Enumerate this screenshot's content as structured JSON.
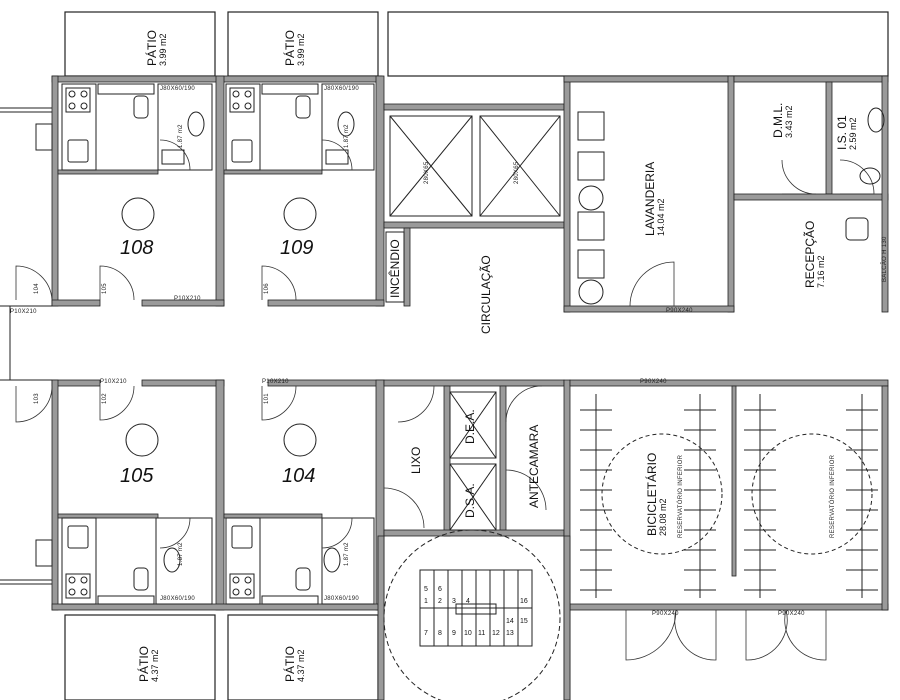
{
  "units": [
    "108",
    "109",
    "105",
    "104"
  ],
  "rooms": {
    "patio_a": {
      "name": "PÁTIO",
      "area": "3.99 m2"
    },
    "patio_b": {
      "name": "PÁTIO",
      "area": "3.99 m2"
    },
    "patio_c": {
      "name": "PÁTIO",
      "area": "4.37 m2"
    },
    "patio_d": {
      "name": "PÁTIO",
      "area": "4.37 m2"
    },
    "lavanderia": {
      "name": "LAVANDERIA",
      "area": "14.04 m2"
    },
    "dml": {
      "name": "D.M.L.",
      "area": "3.43 m2"
    },
    "is01": {
      "name": "I.S. 01",
      "area": "2.59 m2"
    },
    "recepcao": {
      "name": "RECEPÇÃO",
      "area": "7.16 m2"
    },
    "bicicletario": {
      "name": "BICICLETÁRIO",
      "area": "28.08 m2"
    },
    "circulacao": {
      "name": "CIRCULAÇÃO"
    },
    "lixo": {
      "name": "LIXO"
    },
    "dea": {
      "name": "D.E.A."
    },
    "dsa": {
      "name": "D.S.A."
    },
    "antecamara": {
      "name": "ANTECAMARA"
    },
    "incendio": {
      "name": "INCÊNDIO"
    }
  },
  "annotations": {
    "balcao": "BALCÃO H 130",
    "reservatorio": "RESERVATÓRIO INFERIOR",
    "door_codes": [
      "P10X210",
      "P10X210",
      "P10X210",
      "P10X210",
      "P90X240",
      "P90X240",
      "P90X240",
      "P90X240"
    ],
    "door_numbers": [
      "104",
      "105",
      "106",
      "103",
      "102",
      "101"
    ],
    "window_codes": [
      "J80X60/190",
      "J80X60/190",
      "J80X60/190",
      "J80X60/190"
    ],
    "shaft_label": "280X65",
    "wc_area": "1.87 m2"
  },
  "stairs": {
    "steps": [
      "1",
      "2",
      "3",
      "4",
      "5",
      "6",
      "7",
      "8",
      "9",
      "10",
      "11",
      "12",
      "13",
      "14",
      "15",
      "16"
    ]
  }
}
